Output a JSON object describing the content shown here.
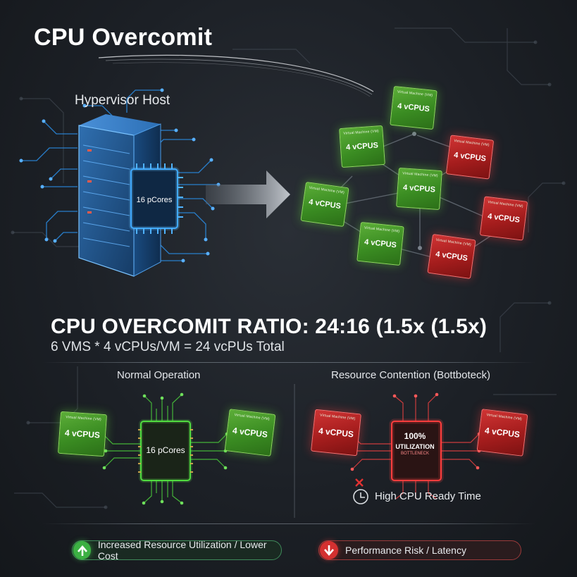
{
  "title": "CPU Overcomit",
  "host": {
    "label": "Hypervisor Host",
    "chip_label": "16 pCores"
  },
  "vms": [
    {
      "tag": "Virtual Machine (VM)",
      "capacity": "4 vCPUS",
      "status": "green"
    },
    {
      "tag": "Virtual Machine (VM)",
      "capacity": "4 vCPUS",
      "status": "green"
    },
    {
      "tag": "Virtual Machine (VM)",
      "capacity": "4 vCPUS",
      "status": "red"
    },
    {
      "tag": "Virtual Machine (VM)",
      "capacity": "4 vCPUS",
      "status": "green"
    },
    {
      "tag": "Virtual Machine (VM)",
      "capacity": "4 vCPUS",
      "status": "green"
    },
    {
      "tag": "Virtual Machine (VM)",
      "capacity": "4 vCPUS",
      "status": "red"
    },
    {
      "tag": "Virtual Machine (VM)",
      "capacity": "4 vCPUS",
      "status": "green"
    },
    {
      "tag": "Virtual Machine (VM)",
      "capacity": "4 vCPUS",
      "status": "red"
    }
  ],
  "ratio": {
    "headline": "CPU OVERCOMIT RATIO: 24:16 (1.5x (1.5x)",
    "formula": "6 VMS * 4 vCPUs/VM = 24 vcPUs Total"
  },
  "normal": {
    "label": "Normal Operation",
    "chip_label": "16 pCores",
    "vm_left": {
      "tag": "Virtual Machine (VM)",
      "capacity": "4 vCPUS"
    },
    "vm_right": {
      "tag": "Virtual Machine (VM)",
      "capacity": "4 vCPUS"
    }
  },
  "contention": {
    "label": "Resource Contention (Bottboteck)",
    "util_pct": "100%",
    "util_label": "UTILIZATION",
    "util_sub": "BOTTLENECK",
    "vm_left": {
      "tag": "Virtual Machine (VM)",
      "capacity": "4 vCPUS"
    },
    "vm_right": {
      "tag": "Virtual Machine (VM)",
      "capacity": "4 vCPUS"
    },
    "ready_time": "High CPU Ready Time"
  },
  "outcomes": {
    "good": "Increased Resource Utilization / Lower Cost",
    "bad": "Performance Risk / Latency"
  },
  "colors": {
    "good": "#3cb043",
    "bad": "#d43030",
    "host_blue": "#2e8fe0",
    "background": "#1c2026"
  }
}
